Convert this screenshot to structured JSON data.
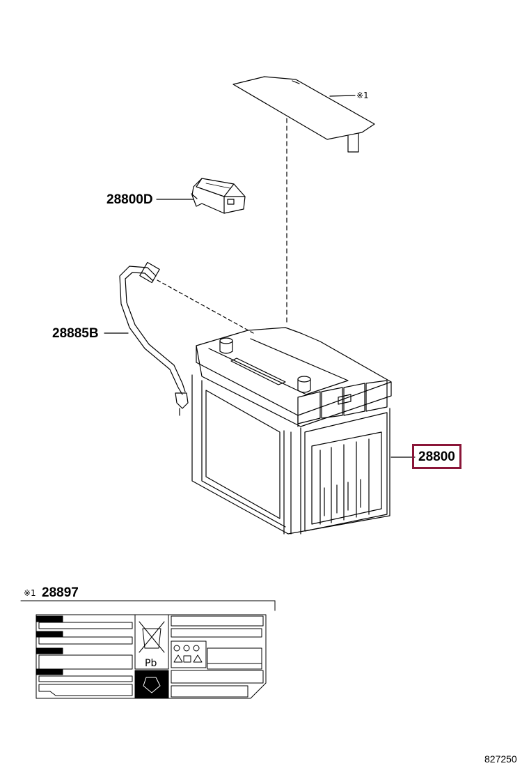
{
  "parts": {
    "insulator_ref": "※1",
    "hold_down": "28800D",
    "vent_hose": "28885B",
    "battery": "28800"
  },
  "label_section": {
    "ref_mark": "※1",
    "part_no": "28897",
    "pb_symbol": "Pb"
  },
  "diagram_id": "827250",
  "colors": {
    "highlight": "#8a1538",
    "line": "#000000"
  }
}
